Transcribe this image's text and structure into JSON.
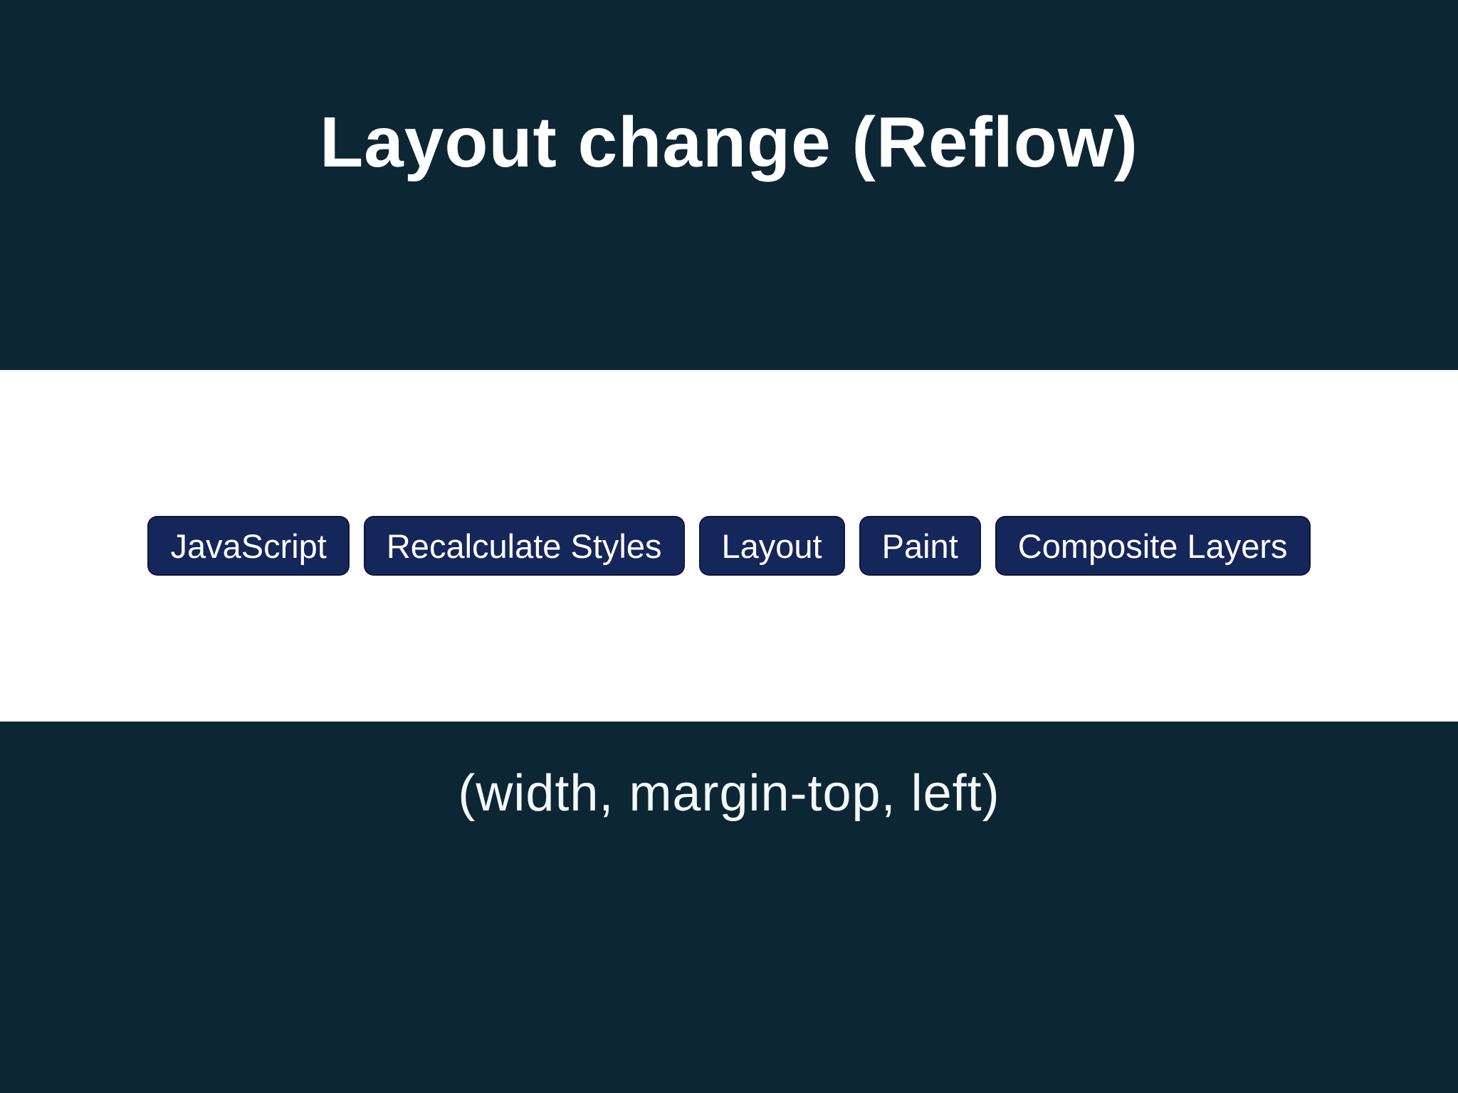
{
  "slide": {
    "title": "Layout change (Reflow)",
    "caption": "(width, margin-top, left)",
    "pipeline": [
      {
        "id": "javascript",
        "label": "JavaScript"
      },
      {
        "id": "recalculate-styles",
        "label": "Recalculate Styles"
      },
      {
        "id": "layout",
        "label": "Layout"
      },
      {
        "id": "paint",
        "label": "Paint"
      },
      {
        "id": "composite-layers",
        "label": "Composite Layers"
      }
    ],
    "colors": {
      "background": "#0c2634",
      "band": "#ffffff",
      "button_bg": "#15265a",
      "button_text": "#ffffff",
      "title_text": "#ffffff",
      "caption_text": "#f4f7f9"
    }
  }
}
